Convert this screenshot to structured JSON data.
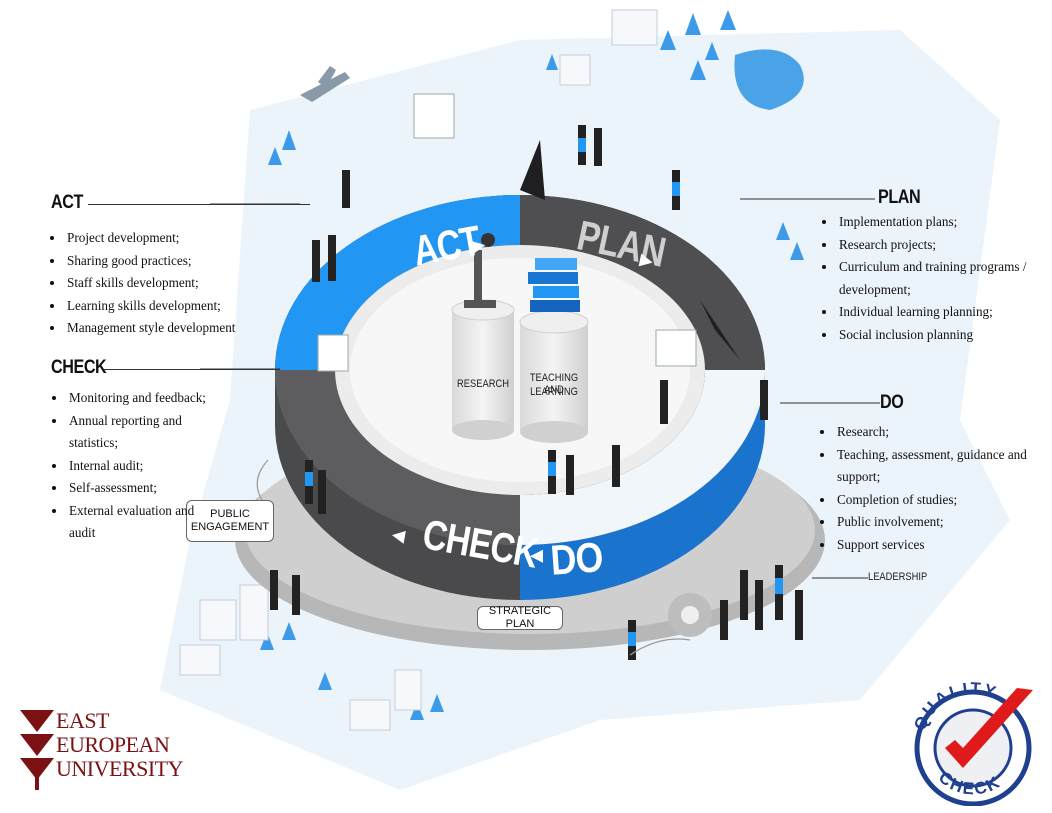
{
  "act": {
    "title": "ACT",
    "items": [
      "Project development;",
      "Sharing good practices;",
      "Staff skills development;",
      "Learning skills development;",
      "Management style development"
    ]
  },
  "check": {
    "title": "CHECK",
    "items": [
      "Monitoring and feedback;",
      "Annual reporting and statistics;",
      "Internal audit;",
      "Self-assessment;",
      "External evaluation and audit"
    ]
  },
  "plan": {
    "title": "PLAN",
    "items": [
      "Implementation plans;",
      "Research projects;",
      "Curriculum and training programs / development;",
      "Individual learning planning;",
      "Social inclusion planning"
    ]
  },
  "do": {
    "title": "DO",
    "items": [
      "Research;",
      "Teaching, assessment, guidance and support;",
      "Completion of studies;",
      "Public involvement;",
      "Support services"
    ]
  },
  "ring": {
    "act": "ACT",
    "plan": "PLAN",
    "check": "CHECK",
    "do": "DO"
  },
  "labels": {
    "research": "RESEARCH",
    "teaching_1": "TEACHING AND",
    "teaching_2": "LEARNING",
    "public_1": "PUBLIC",
    "public_2": "ENGAGEMENT",
    "strategic": "STRATEGIC PLAN",
    "leadership": "LEADERSHIP"
  },
  "university": {
    "line1": "EAST",
    "line2": "EUROPEAN",
    "line3": "UNIVERSITY"
  },
  "quality": {
    "word1": "QUALITY",
    "word2": "CHECK"
  },
  "colors": {
    "blue": "#1e88e5",
    "dark": "#3a3a3c",
    "mid": "#5b5b5e",
    "light_blue": "#e6f1fb",
    "maroon": "#7b1113",
    "check_red": "#e01a1a",
    "seal_blue": "#1f3f8f"
  }
}
